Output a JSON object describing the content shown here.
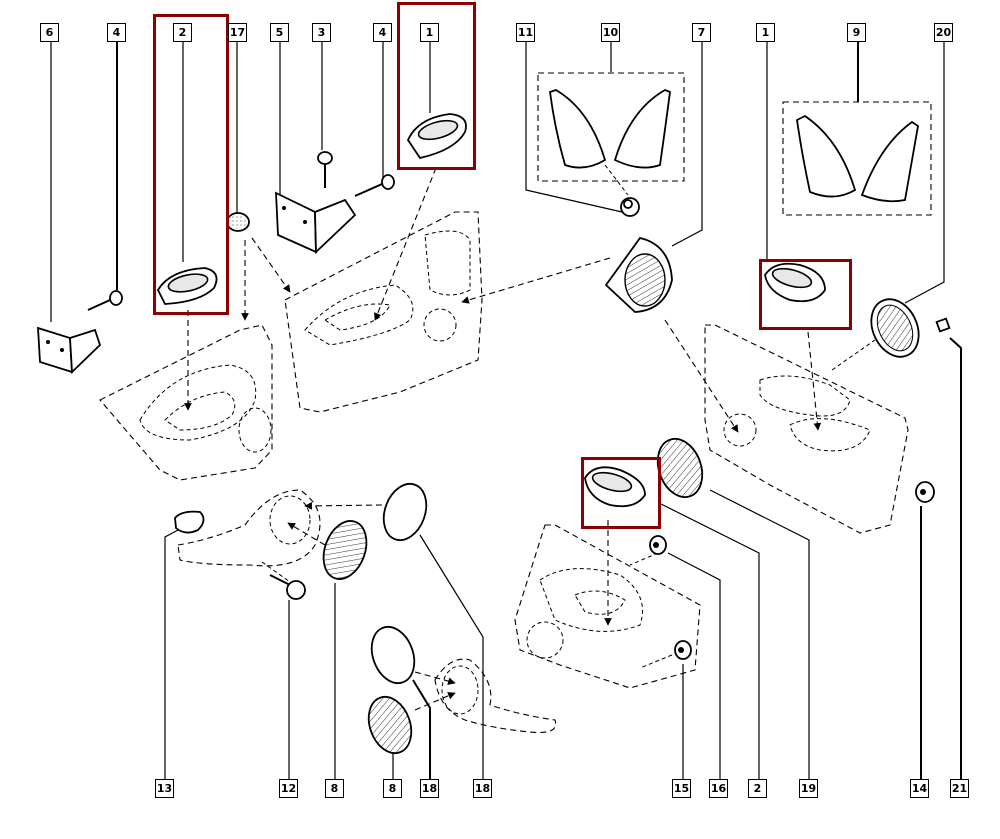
{
  "diagram": {
    "title": "Door trim panel exploded parts view",
    "highlight_color": "#8b0000",
    "callouts_top": [
      {
        "id": "c6",
        "label": "6"
      },
      {
        "id": "c4a",
        "label": "4"
      },
      {
        "id": "c2a",
        "label": "2"
      },
      {
        "id": "c17",
        "label": "17"
      },
      {
        "id": "c5",
        "label": "5"
      },
      {
        "id": "c3",
        "label": "3"
      },
      {
        "id": "c4b",
        "label": "4"
      },
      {
        "id": "c1a",
        "label": "1"
      },
      {
        "id": "c11",
        "label": "11"
      },
      {
        "id": "c10",
        "label": "10"
      },
      {
        "id": "c7",
        "label": "7"
      },
      {
        "id": "c1b",
        "label": "1"
      },
      {
        "id": "c9",
        "label": "9"
      },
      {
        "id": "c20",
        "label": "20"
      }
    ],
    "callouts_bottom": [
      {
        "id": "c13",
        "label": "13"
      },
      {
        "id": "c12",
        "label": "12"
      },
      {
        "id": "c8a",
        "label": "8"
      },
      {
        "id": "c8b",
        "label": "8"
      },
      {
        "id": "c18a",
        "label": "18"
      },
      {
        "id": "c18b",
        "label": "18"
      },
      {
        "id": "c15",
        "label": "15"
      },
      {
        "id": "c16",
        "label": "16"
      },
      {
        "id": "c2b",
        "label": "2"
      },
      {
        "id": "c19",
        "label": "19"
      },
      {
        "id": "c14",
        "label": "14"
      },
      {
        "id": "c21",
        "label": "21"
      }
    ],
    "highlighted_parts": [
      "2",
      "1",
      "1",
      "2"
    ]
  }
}
